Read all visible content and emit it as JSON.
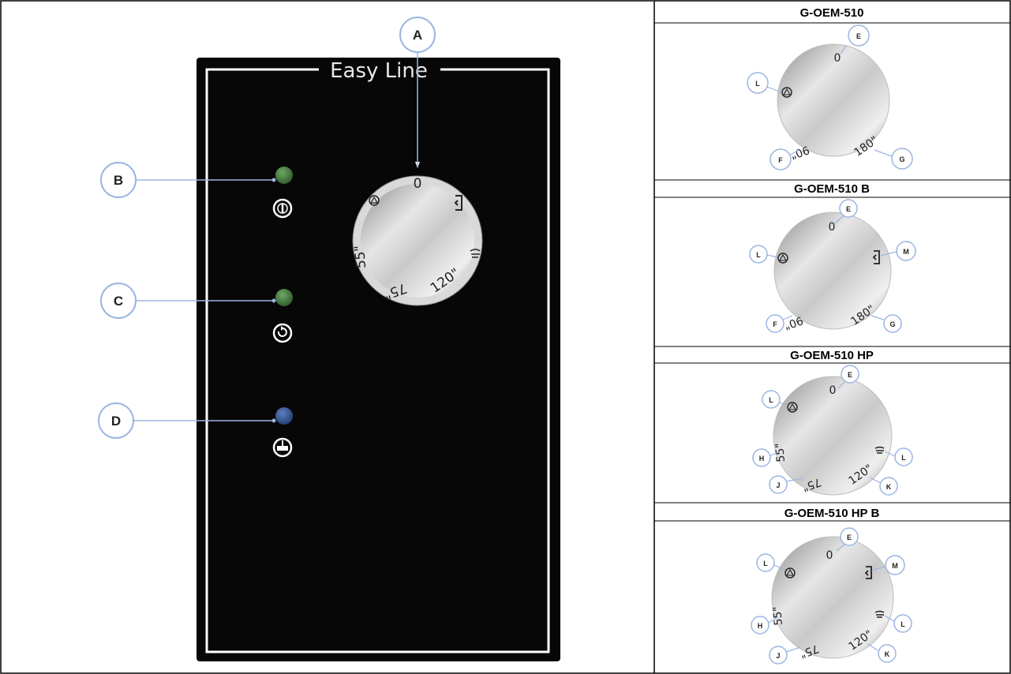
{
  "panel": {
    "title": "Easy Line",
    "callouts": {
      "a": "A",
      "b": "B",
      "c": "C",
      "d": "D"
    },
    "dial_labels": {
      "zero": "0",
      "t55": "55\"",
      "t75": "75\"",
      "t120": "120\""
    },
    "led_colors": {
      "b": "#3f7a3a",
      "c": "#3f7a3a",
      "d": "#2f4f8a"
    }
  },
  "models": [
    {
      "title": "G-OEM-510",
      "dial_labels": {
        "zero": "0",
        "t90": "90\"",
        "t180": "180\""
      },
      "callouts": {
        "e": "E",
        "l": "L",
        "f": "F",
        "g": "G"
      }
    },
    {
      "title": "G-OEM-510 B",
      "dial_labels": {
        "zero": "0",
        "t90": "90\"",
        "t180": "180\""
      },
      "callouts": {
        "e": "E",
        "l": "L",
        "m": "M",
        "f": "F",
        "g": "G"
      }
    },
    {
      "title": "G-OEM-510 HP",
      "dial_labels": {
        "zero": "0",
        "t55": "55\"",
        "t75": "75\"",
        "t120": "120\""
      },
      "callouts": {
        "e": "E",
        "l1": "L",
        "h": "H",
        "l2": "L",
        "j": "J",
        "k": "K"
      }
    },
    {
      "title": "G-OEM-510 HP B",
      "dial_labels": {
        "zero": "0",
        "t55": "55\"",
        "t75": "75\"",
        "t120": "120\""
      },
      "callouts": {
        "e": "E",
        "l1": "L",
        "m": "M",
        "h": "H",
        "l2": "L",
        "j": "J",
        "k": "K"
      }
    }
  ],
  "icons": [
    "power-icon",
    "rinse-cycle-icon",
    "boiler-icon",
    "drain-icon",
    "door-icon",
    "hand-icon"
  ]
}
